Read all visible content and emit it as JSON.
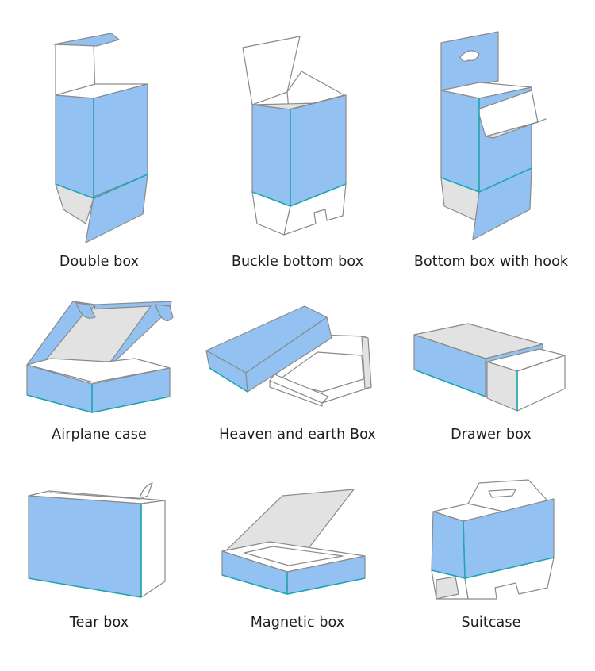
{
  "colors": {
    "panel_blue": "#93c2f2",
    "panel_white": "#ffffff",
    "panel_grey": "#e2e2e2",
    "outline": "#8a8a8a",
    "edge_teal": "#1ea7b3",
    "text": "#1e1e1e"
  },
  "boxes": [
    {
      "label": "Double box"
    },
    {
      "label": "Buckle bottom box"
    },
    {
      "label": "Bottom box with hook"
    },
    {
      "label": "Airplane case"
    },
    {
      "label": "Heaven and earth Box"
    },
    {
      "label": "Drawer box"
    },
    {
      "label": "Tear box"
    },
    {
      "label": "Magnetic box"
    },
    {
      "label": "Suitcase"
    }
  ]
}
